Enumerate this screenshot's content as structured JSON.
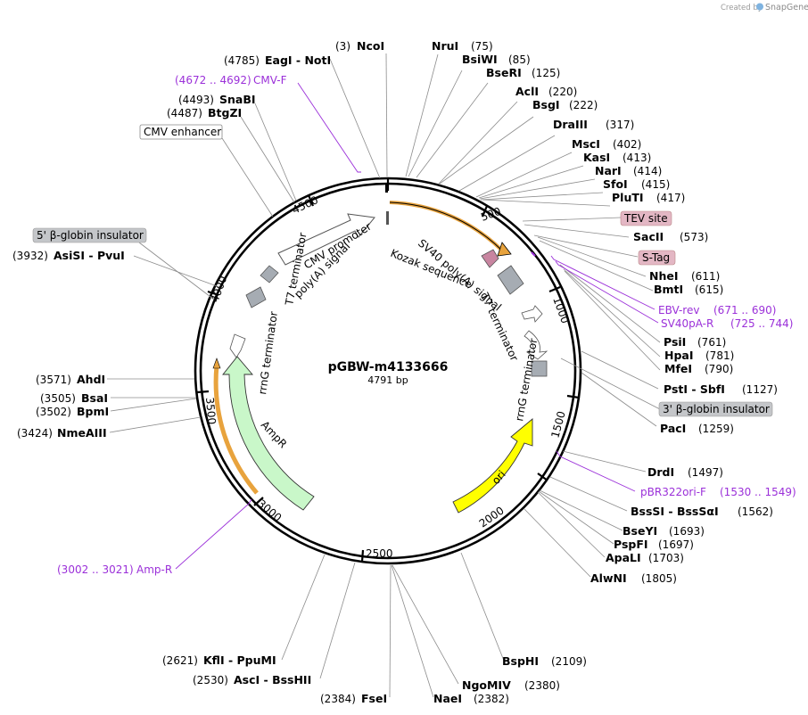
{
  "map": {
    "name": "pGBW-m4133666",
    "length_label": "4791 bp",
    "total_bp": 4791,
    "credit_prefix": "Created by",
    "credit_brand": "SnapGene"
  },
  "colors": {
    "backbone": "#000000",
    "primer": "#9b30d9",
    "ampr": "#c9f7c9",
    "ori": "#ffff00",
    "orange_outline": "#e8a33d",
    "terminator": "#a6acb3",
    "tag_box": "#e3b7c4",
    "insulator_box": "#c4c6c9"
  },
  "sites": [
    {
      "name": "NcoI",
      "pos": "(3)"
    },
    {
      "name": "NruI",
      "pos": "(75)"
    },
    {
      "name": "BsiWI",
      "pos": "(85)"
    },
    {
      "name": "BseRI",
      "pos": "(125)"
    },
    {
      "name": "AclI",
      "pos": "(220)"
    },
    {
      "name": "BsgI",
      "pos": "(222)"
    },
    {
      "name": "DraIII",
      "pos": "(317)"
    },
    {
      "name": "MscI",
      "pos": "(402)"
    },
    {
      "name": "KasI",
      "pos": "(413)"
    },
    {
      "name": "NarI",
      "pos": "(414)"
    },
    {
      "name": "SfoI",
      "pos": "(415)"
    },
    {
      "name": "PluTI",
      "pos": "(417)"
    },
    {
      "name": "SacII",
      "pos": "(573)"
    },
    {
      "name": "NheI",
      "pos": "(611)"
    },
    {
      "name": "BmtI",
      "pos": "(615)"
    },
    {
      "name": "PsiI",
      "pos": "(761)"
    },
    {
      "name": "HpaI",
      "pos": "(781)"
    },
    {
      "name": "MfeI",
      "pos": "(790)"
    },
    {
      "name": "PstI  -  SbfI",
      "pos": "(1127)"
    },
    {
      "name": "PacI",
      "pos": "(1259)"
    },
    {
      "name": "DrdI",
      "pos": "(1497)"
    },
    {
      "name": "BssSI  -  BssSαI",
      "pos": "(1562)"
    },
    {
      "name": "BseYI",
      "pos": "(1693)"
    },
    {
      "name": "PspFI",
      "pos": "(1697)"
    },
    {
      "name": "ApaLI",
      "pos": "(1703)"
    },
    {
      "name": "AlwNI",
      "pos": "(1805)"
    },
    {
      "name": "BspHI",
      "pos": "(2109)"
    },
    {
      "name": "NgoMIV",
      "pos": "(2380)"
    },
    {
      "name": "NaeI",
      "pos": "(2382)"
    },
    {
      "name": "FseI",
      "pos": "(2384)"
    },
    {
      "name": "AscI  -  BssHII",
      "pos": "(2530)"
    },
    {
      "name": "KflI  -  PpuMI",
      "pos": "(2621)"
    },
    {
      "name": "NmeAIII",
      "pos": "(3424)"
    },
    {
      "name": "BpmI",
      "pos": "(3502)"
    },
    {
      "name": "BsaI",
      "pos": "(3505)"
    },
    {
      "name": "AhdI",
      "pos": "(3571)"
    },
    {
      "name": "AsiSI  -  PvuI",
      "pos": "(3932)"
    },
    {
      "name": "BtgZI",
      "pos": "(4487)"
    },
    {
      "name": "SnaBI",
      "pos": "(4493)"
    },
    {
      "name": "EagI  -  NotI",
      "pos": "(4785)"
    }
  ],
  "primers": [
    {
      "name": "CMV-F",
      "range": "(4672 .. 4692)"
    },
    {
      "name": "EBV-rev",
      "range": "(671 .. 690)"
    },
    {
      "name": "SV40pA-R",
      "range": "(725 .. 744)"
    },
    {
      "name": "pBR322ori-F",
      "range": "(1530 .. 1549)"
    },
    {
      "name": "Amp-R",
      "range": "(3002 .. 3021)"
    }
  ],
  "boxed_features": [
    {
      "name": "CMV enhancer"
    },
    {
      "name": "5' β-globin insulator"
    },
    {
      "name": "TEV site"
    },
    {
      "name": "S-Tag"
    },
    {
      "name": "3' β-globin insulator"
    }
  ],
  "inner_features": [
    {
      "name": "CMV promoter"
    },
    {
      "name": "poly(A) signal"
    },
    {
      "name": "Kozak sequence"
    },
    {
      "name": "SV40 poly(A) signal"
    },
    {
      "name": "T7 terminator"
    },
    {
      "name": "rrnG terminator"
    },
    {
      "name": "T7 terminator"
    },
    {
      "name": "rrnG terminator"
    },
    {
      "name": "ori"
    },
    {
      "name": "AmpR"
    }
  ],
  "ticks": [
    "500",
    "1000",
    "1500",
    "2000",
    "2500",
    "3000",
    "3500",
    "4000",
    "4500"
  ]
}
